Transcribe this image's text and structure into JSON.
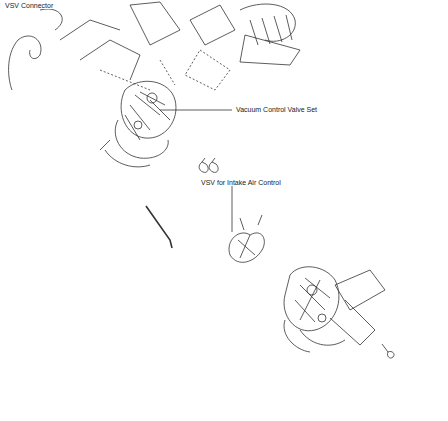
{
  "diagram": {
    "labels": [
      "VSV Connector",
      "Vacuum Control Valve Set",
      "VSV for Intake Air Control"
    ]
  }
}
